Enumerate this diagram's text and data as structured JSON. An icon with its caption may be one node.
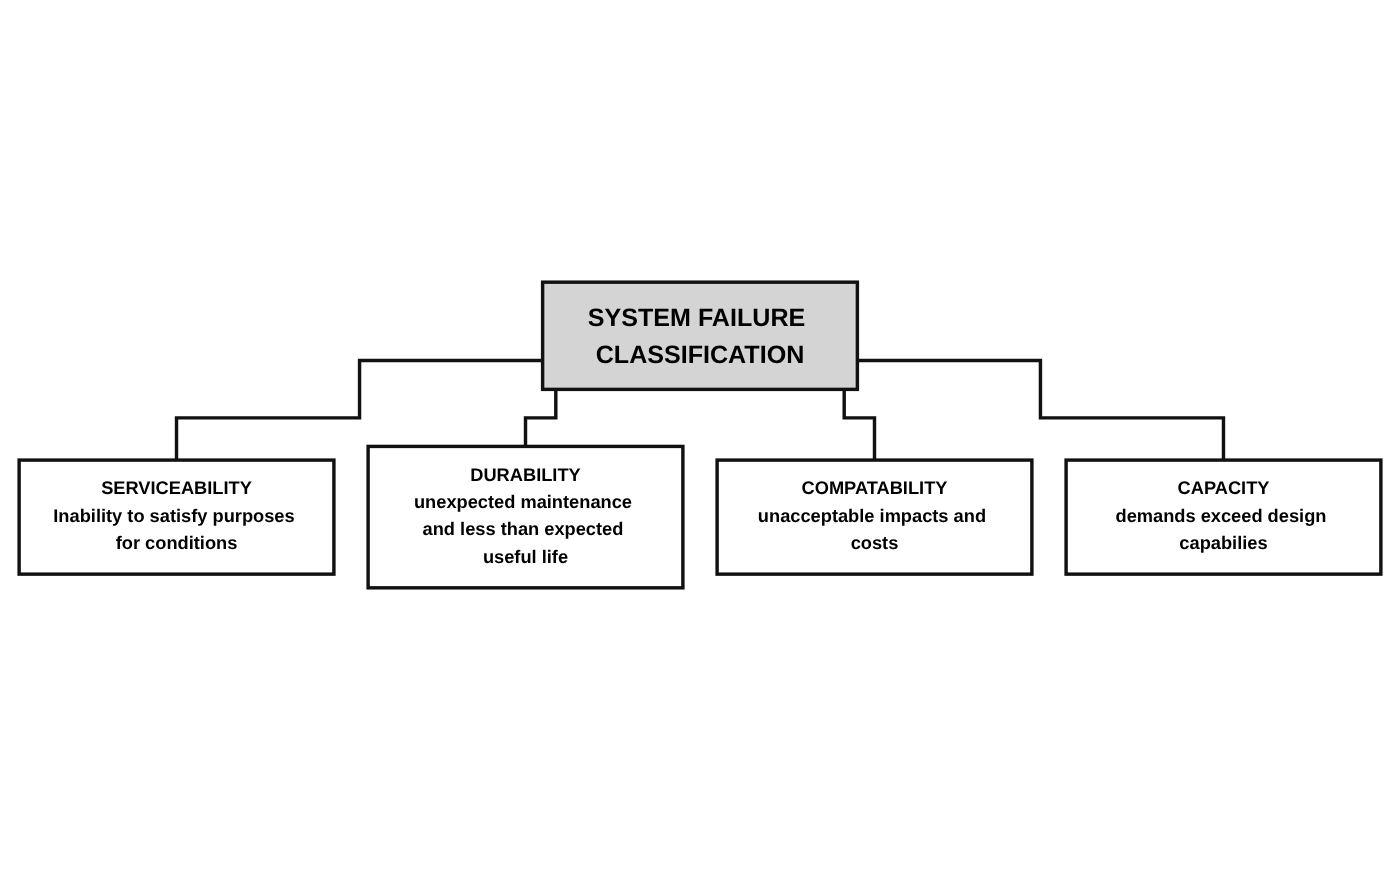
{
  "diagram": {
    "nodes": [
      {
        "text": [
          "SYSTEM FAILURE CLASSIFICATION"
        ]
      },
      {
        "text": [
          "SERVICEABILITY",
          "Inability to satisfy purposes for conditions"
        ]
      },
      {
        "text": [
          "DURABILITY",
          "unexpected maintenance and less than expected useful life"
        ]
      },
      {
        "text": [
          "COMPATABILITY",
          "unacceptable impacts and costs"
        ]
      },
      {
        "text": [
          "CAPACITY",
          "demands exceed design capabilies"
        ]
      }
    ],
    "edges": [
      {
        "from": 0,
        "to": 1,
        "arrow": "none"
      },
      {
        "from": 0,
        "to": 2,
        "arrow": "none"
      },
      {
        "from": 0,
        "to": 3,
        "arrow": "none"
      },
      {
        "from": 0,
        "to": 4,
        "arrow": "none"
      }
    ]
  }
}
